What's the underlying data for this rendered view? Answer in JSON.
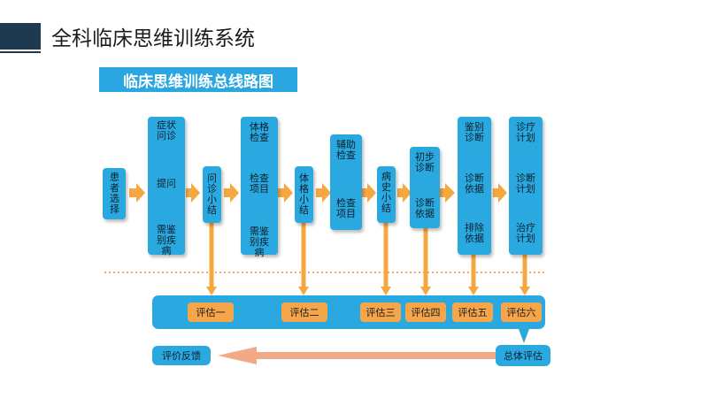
{
  "header": {
    "title": "全科临床思维训练系统"
  },
  "subtitle": "临床思维训练总线路图",
  "nodes": {
    "patient": "患者选择",
    "symptom": "症状问诊",
    "ask": "提问",
    "need_diff_1": "需鉴别疾病",
    "summary_inquiry": "问诊小结",
    "physical_exam": "体格检查",
    "exam_items_1": "检查项目",
    "need_diff_2": "需鉴别疾病",
    "summary_physical": "体格小结",
    "aux_exam": "辅助检查",
    "exam_items_2": "检查项目",
    "summary_history": "病史小结",
    "prelim_dx": "初步诊断",
    "dx_basis_1": "诊断依据",
    "diff_dx": "鉴别诊断",
    "dx_basis_2": "诊断依据",
    "exclude_basis": "排除依据",
    "treat_plan": "诊疗计划",
    "dx_plan": "诊断计划",
    "therapy_plan": "治疗计划"
  },
  "evaluations": [
    "评估一",
    "评估二",
    "评估三",
    "评估四",
    "评估五",
    "评估六"
  ],
  "overall": "总体评估",
  "feedback": "评价反馈"
}
